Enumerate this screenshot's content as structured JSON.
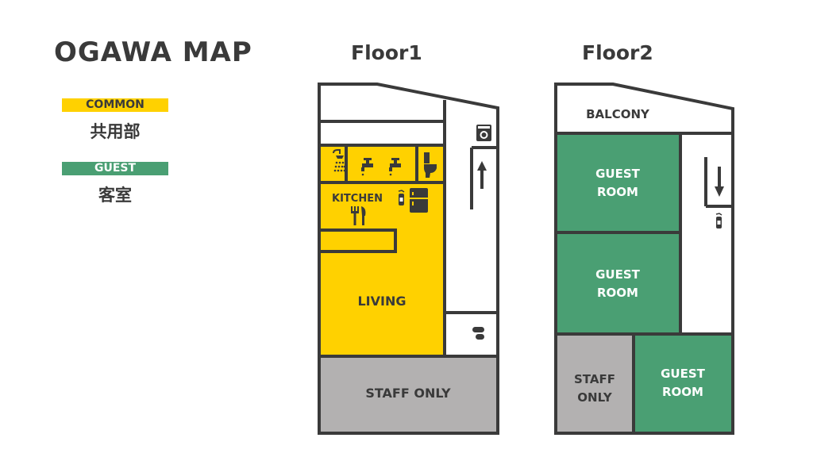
{
  "title": "OGAWA MAP",
  "legend": [
    {
      "label": "COMMON",
      "sublabel": "共用部",
      "color": "#ffd100"
    },
    {
      "label": "GUEST",
      "sublabel": "客室",
      "color": "#4a9f73"
    }
  ],
  "colors": {
    "common": "#ffd100",
    "guest": "#4a9f73",
    "staff": "#b3b1b1",
    "wall": "#3a3a3a",
    "background": "#ffffff"
  },
  "floors": [
    {
      "title": "Floor1",
      "rooms": [
        {
          "label": "KITCHEN",
          "type": "common"
        },
        {
          "label": "LIVING",
          "type": "common"
        },
        {
          "label": "STAFF ONLY",
          "type": "staff"
        }
      ],
      "icons": [
        "shower-icon",
        "faucet-icon",
        "faucet-icon",
        "toilet-icon",
        "washing-machine-icon",
        "up-arrow-icon",
        "fire-extinguisher-icon",
        "refrigerator-icon",
        "cutlery-icon",
        "shoes-icon"
      ]
    },
    {
      "title": "Floor2",
      "rooms": [
        {
          "label": "BALCONY",
          "type": "outdoor"
        },
        {
          "label": "GUEST\nROOM",
          "line1": "GUEST",
          "line2": "ROOM",
          "type": "guest"
        },
        {
          "label": "GUEST\nROOM",
          "line1": "GUEST",
          "line2": "ROOM",
          "type": "guest"
        },
        {
          "label": "STAFF\nONLY",
          "line1": "STAFF",
          "line2": "ONLY",
          "type": "staff"
        },
        {
          "label": "GUEST\nROOM",
          "line1": "GUEST",
          "line2": "ROOM",
          "type": "guest"
        }
      ],
      "icons": [
        "down-arrow-icon",
        "fire-extinguisher-icon"
      ]
    }
  ]
}
